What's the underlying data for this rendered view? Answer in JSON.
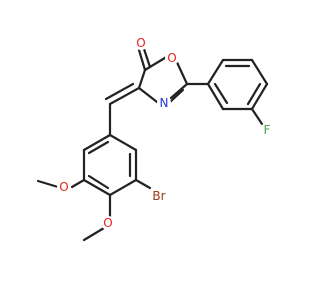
{
  "molecule": {
    "atoms": [
      {
        "id": "O_carbonyl",
        "symbol": "O",
        "color": "#e8211d"
      },
      {
        "id": "O_ring",
        "symbol": "O",
        "color": "#e8211d"
      },
      {
        "id": "N_ring",
        "symbol": "N",
        "color": "#2a34d8"
      },
      {
        "id": "F",
        "symbol": "F",
        "color": "#49a649"
      },
      {
        "id": "Br",
        "symbol": "Br",
        "color": "#9a3b1a"
      },
      {
        "id": "O_methoxy_1",
        "symbol": "O",
        "color": "#e8211d"
      },
      {
        "id": "O_methoxy_2",
        "symbol": "O",
        "color": "#e8211d"
      }
    ]
  }
}
